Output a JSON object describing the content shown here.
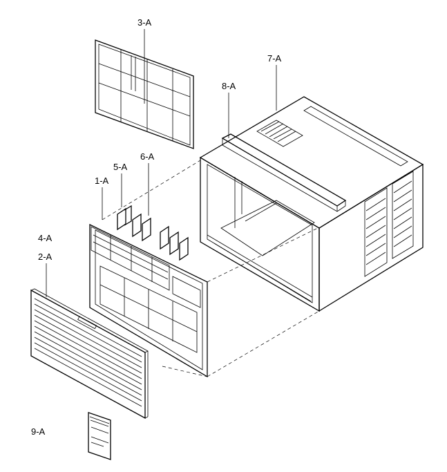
{
  "parts": [
    {
      "id": "part-3a",
      "label": "3-A"
    },
    {
      "id": "part-7a",
      "label": "7-A"
    },
    {
      "id": "part-8a",
      "label": "8-A"
    },
    {
      "id": "part-6a",
      "label": "6-A"
    },
    {
      "id": "part-5a",
      "label": "5-A"
    },
    {
      "id": "part-1a",
      "label": "1-A"
    },
    {
      "id": "part-4a",
      "label": "4-A"
    },
    {
      "id": "part-2a",
      "label": "2-A"
    },
    {
      "id": "part-9a",
      "label": "9-A"
    }
  ]
}
